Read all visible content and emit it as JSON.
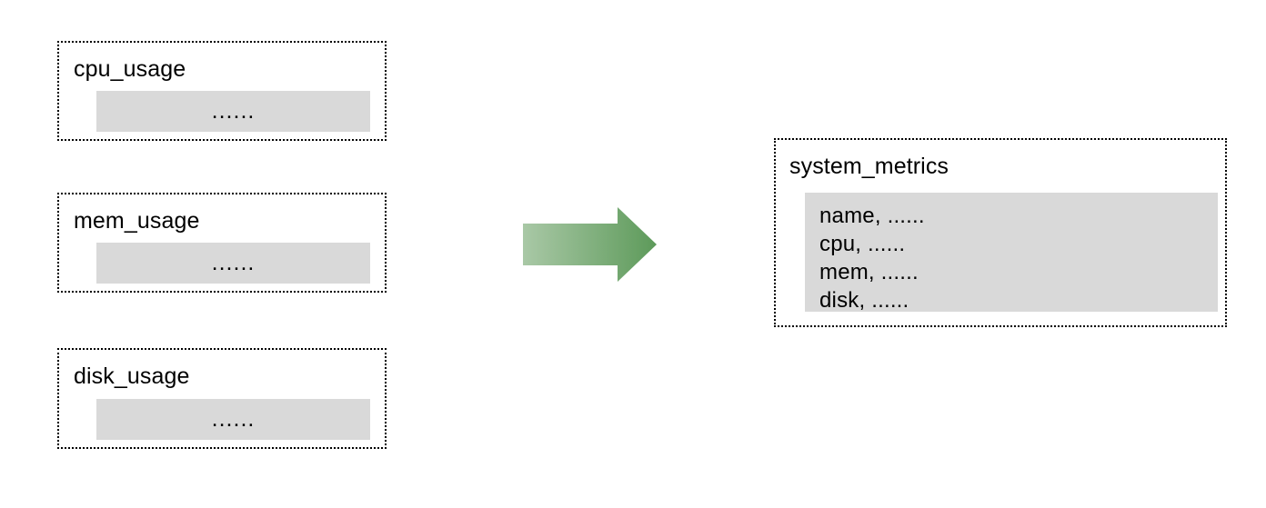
{
  "diagram": {
    "background_color": "#ffffff",
    "box_border_color": "#000000",
    "body_fill_color": "#d9d9d9",
    "sources": [
      {
        "id": "cpu-usage",
        "title": "cpu_usage",
        "body_text": "......"
      },
      {
        "id": "mem-usage",
        "title": "mem_usage",
        "body_text": "......"
      },
      {
        "id": "disk-usage",
        "title": "disk_usage",
        "body_text": "......"
      }
    ],
    "arrow": {
      "name": "merge-arrow",
      "direction": "right",
      "gradient_start_color": "#a9c8a6",
      "gradient_end_color": "#5d9a5a"
    },
    "target": {
      "id": "system-metrics",
      "title": "system_metrics",
      "fields": [
        "name, ......",
        "cpu, ......",
        "mem, ......",
        "disk, ......"
      ]
    }
  }
}
